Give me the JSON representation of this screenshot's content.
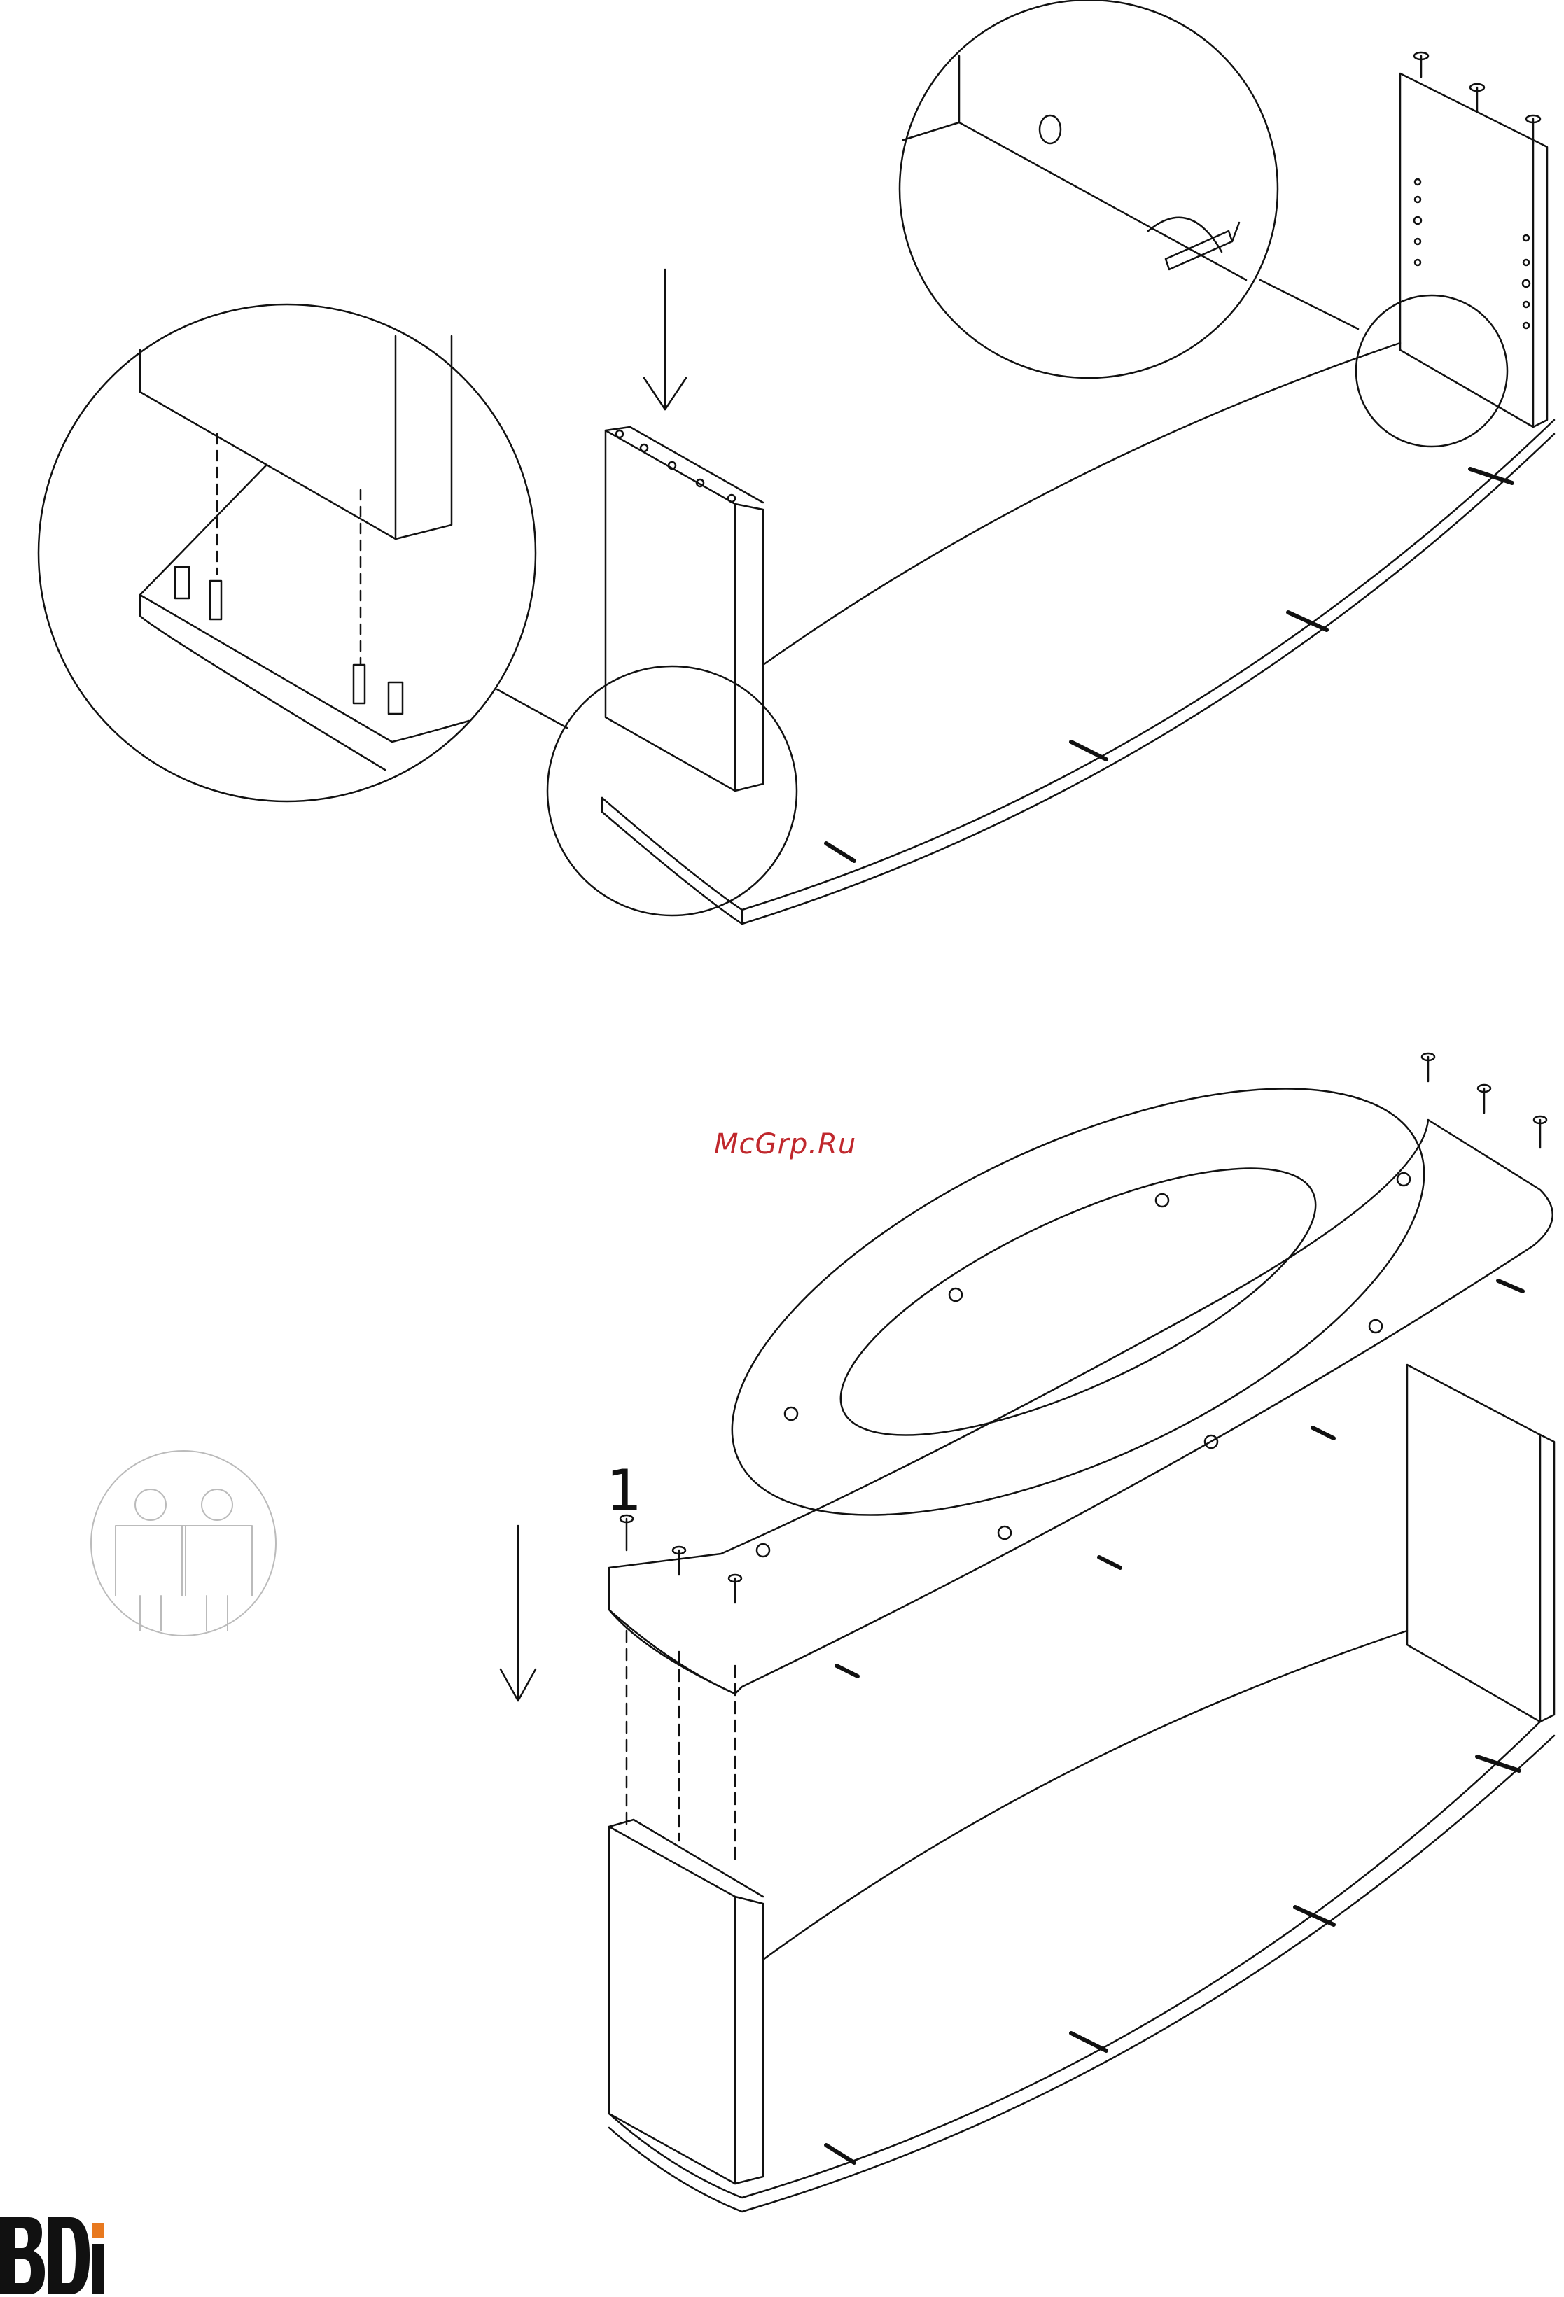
{
  "watermark": "McGrp.Ru",
  "step": {
    "detail_number": "1"
  },
  "brand": {
    "name": "BDi",
    "logo_icon": "bdi-logo",
    "accent_color": "#e8791f"
  },
  "icons": {
    "two_person": "two-person-assembly-icon",
    "arrow": "down-arrow-icon",
    "hex_key": "hex-key-icon"
  },
  "colors": {
    "line": "#111111",
    "watermark": "#c0282d",
    "faint": "#bbbbbb"
  }
}
